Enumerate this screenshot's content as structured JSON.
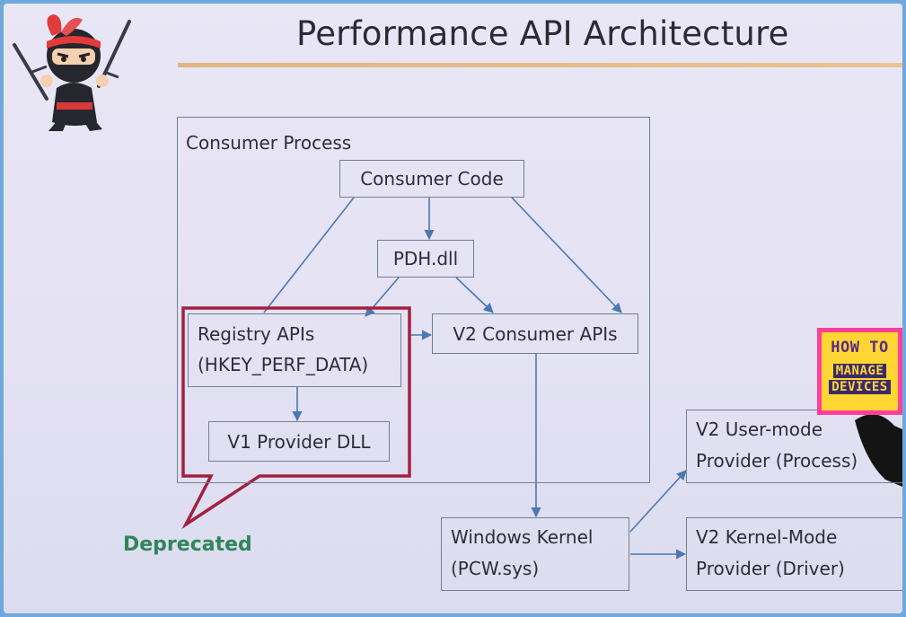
{
  "title": "Performance API Architecture",
  "consumer_process": {
    "label": "Consumer Process"
  },
  "nodes": {
    "consumer_code": "Consumer Code",
    "pdh_dll": "PDH.dll",
    "registry_apis": {
      "line1": "Registry APIs",
      "line2": "(HKEY_PERF_DATA)"
    },
    "v1_provider_dll": "V1 Provider DLL",
    "v2_consumer_apis": "V2 Consumer APIs",
    "windows_kernel": {
      "line1": "Windows Kernel",
      "line2": "(PCW.sys)"
    },
    "v2_user_mode_provider": {
      "line1": "V2 User-mode",
      "line2": "Provider (Process)"
    },
    "v2_kernel_mode_provider": {
      "line1": "V2 Kernel-Mode",
      "line2": "Provider (Driver)"
    }
  },
  "callout": {
    "label": "Deprecated"
  },
  "logo": {
    "line1": "HOW TO",
    "line2": "MANAGE",
    "line3": "DEVICES"
  },
  "colors": {
    "box_border": "#6f7f92",
    "arrow": "#4a78b0",
    "callout": "#a3203f",
    "deprecated_text": "#2f8659",
    "title_rule": "#e3b582"
  }
}
